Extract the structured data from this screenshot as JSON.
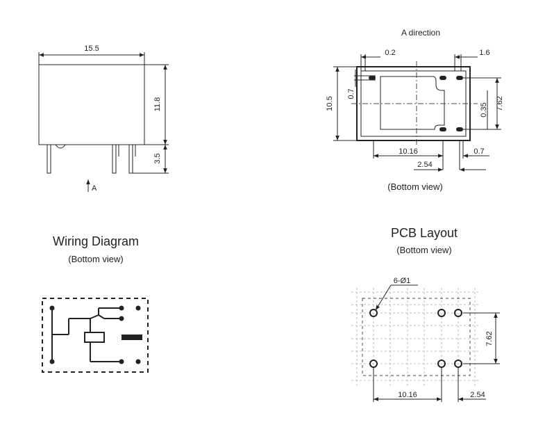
{
  "front_view": {
    "width_label": "15.5",
    "height_label": "11.8",
    "pin_label": "3.5",
    "arrow_label": "A"
  },
  "bottom_view": {
    "direction_label": "A direction",
    "dim_02": "0.2",
    "dim_16": "1.6",
    "dim_105": "10.5",
    "dim_07_left": "0.7",
    "dim_035": "0.35",
    "dim_762": "7.62",
    "dim_1016": "10.16",
    "dim_07_right": "0.7",
    "dim_254": "2.54",
    "caption": "(Bottom view)"
  },
  "wiring_diagram": {
    "title": "Wiring Diagram",
    "caption": "(Bottom view)"
  },
  "pcb_layout": {
    "title": "PCB Layout",
    "caption": "(Bottom view)",
    "hole_label": "6-Ø1",
    "dim_762": "7.62",
    "dim_1016": "10.16",
    "dim_254": "2.54"
  }
}
